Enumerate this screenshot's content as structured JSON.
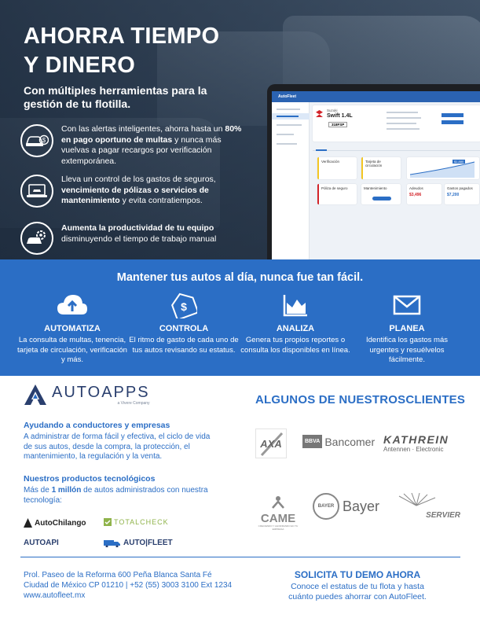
{
  "hero": {
    "title_line1": "AHORRA TIEMPO",
    "title_line2": "Y DINERO",
    "subtitle": "Con múltiples herramientas para la gestión de tu flotilla.",
    "features": [
      {
        "icon": "car-money-icon",
        "pre": "Con las alertas inteligentes, ahorra hasta un ",
        "bold": "80% en pago oportuno de multas",
        "post": " y nunca más vuelvas a pagar recargos por verificación extemporánea."
      },
      {
        "icon": "laptop-car-icon",
        "pre": "Lleva un control de los gastos de  seguros, ",
        "bold": "vencimiento de pólizas o servicios de mantenimiento",
        "post": " y evita contratiempos."
      },
      {
        "icon": "car-gear-icon",
        "pre": "",
        "bold": "Aumenta la productividad de tu equipo",
        "post": " disminuyendo el tiempo de trabajo manual"
      }
    ]
  },
  "laptop_screen": {
    "app_name": "AutoFleet",
    "car_brand": "Suzuki",
    "car_model": "Swift 1.4L",
    "plate": "318FSP",
    "card_verification": "Verificación",
    "card_circulation": "Tarjeta de circulación",
    "card_insurance": "Póliza de seguro",
    "card_maintenance": "Mantenimiento",
    "card_fines": "Adeudos",
    "amount_fines": "$3,496",
    "card_expenses": "Gastos pagados",
    "amount_expenses": "$7,200",
    "chart_tag": "$1,880"
  },
  "band": {
    "title": "Mantener tus autos al día, nunca fue tan fácil.",
    "items": [
      {
        "label": "AUTOMATIZA",
        "desc": "La consulta de multas, tenencia, tarjeta de circulación, verificación y más."
      },
      {
        "label": "CONTROLA",
        "desc": "El ritmo de gasto de cada uno de tus autos revisando su estatus."
      },
      {
        "label": "ANALIZA",
        "desc": "Genera tus propios reportes o consulta los disponibles en línea."
      },
      {
        "label": "PLANEA",
        "desc": "Identifica los gastos más urgentes y resuélvelos fácilmente."
      }
    ]
  },
  "company": {
    "logo_word": "AUTOAPPS",
    "logo_tag": "a Vivere Company",
    "heading1": "Ayudando a conductores y empresas",
    "para1": "A administrar de forma fácil y efectiva, el ciclo de vida de sus autos, desde la compra, la protección, el mantenimiento, la regulación y la venta.",
    "heading2": "Nuestros productos tecnológicos",
    "para2_pre": "Más de ",
    "para2_bold": "1 millón",
    "para2_post": " de autos administrados con nuestra tecnología:",
    "products": [
      "AutoChilango",
      "TOTALCHECK",
      "AUTOAPI",
      "AUTO|FLEET"
    ]
  },
  "clients": {
    "title": "ALGUNOS DE NUESTROSCLIENTES",
    "axa": "AXA",
    "bbva_tag": "BBVA",
    "bancomer": "Bancomer",
    "kathrein": "KATHREIN",
    "kathrein_sub": "Antennen · Electronic",
    "came": "CAME",
    "came_sub": "CRECIENDO Y AHORRANDO EN TU EMPRESA",
    "bayer_seal": "BAYER",
    "bayer": "Bayer",
    "servier": "SERVIER"
  },
  "footer": {
    "addr1": "Prol. Paseo de la Reforma 600 Peña Blanca Santa Fé",
    "addr2": "Ciudad de México CP 01210 | +52 (55) 3003 3100 Ext 1234",
    "addr3": "www.autofleet.mx",
    "cta_title": "SOLICITA TU DEMO AHORA",
    "cta_line1": "Conoce el estatus de tu flota y hasta",
    "cta_line2": "cuánto puedes ahorrar con AutoFleet."
  },
  "colors": {
    "brand_blue": "#2b6ec5",
    "navy": "#2a3f6e",
    "hero_bg": "#3a4b5f"
  }
}
